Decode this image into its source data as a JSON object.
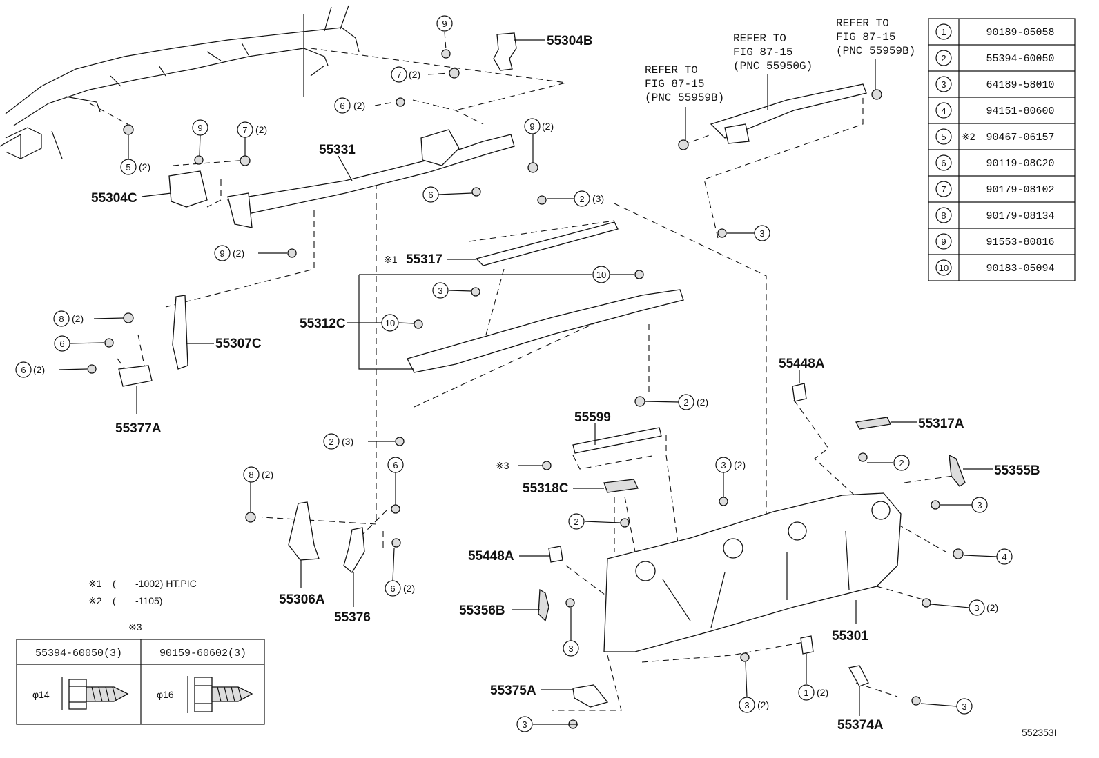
{
  "parts": [
    {
      "id": "55304B",
      "label": "55304B"
    },
    {
      "id": "55304C",
      "label": "55304C"
    },
    {
      "id": "55331",
      "label": "55331"
    },
    {
      "id": "55317",
      "label": "55317",
      "prefix": "※1"
    },
    {
      "id": "55312C",
      "label": "55312C"
    },
    {
      "id": "55307C",
      "label": "55307C"
    },
    {
      "id": "55377A",
      "label": "55377A"
    },
    {
      "id": "55448A-top",
      "label": "55448A"
    },
    {
      "id": "55317A",
      "label": "55317A"
    },
    {
      "id": "55355B",
      "label": "55355B"
    },
    {
      "id": "55599",
      "label": "55599"
    },
    {
      "id": "55318C",
      "label": "55318C"
    },
    {
      "id": "55448A-mid",
      "label": "55448A"
    },
    {
      "id": "55356B",
      "label": "55356B"
    },
    {
      "id": "55301",
      "label": "55301"
    },
    {
      "id": "55306A",
      "label": "55306A"
    },
    {
      "id": "55376",
      "label": "55376"
    },
    {
      "id": "55375A",
      "label": "55375A"
    },
    {
      "id": "55374A",
      "label": "55374A"
    }
  ],
  "refer_notes": [
    {
      "line1": "REFER TO",
      "line2": "FIG 87-15",
      "line3": "(PNC 55959B)"
    },
    {
      "line1": "REFER TO",
      "line2": "FIG 87-15",
      "line3": "(PNC 55950G)"
    },
    {
      "line1": "REFER TO",
      "line2": "FIG 87-15",
      "line3": "(PNC 55959B)"
    }
  ],
  "callouts": [
    {
      "n": "9",
      "qty": ""
    },
    {
      "n": "7",
      "qty": "(2)"
    },
    {
      "n": "6",
      "qty": "(2)"
    },
    {
      "n": "9",
      "qty": "(2)"
    },
    {
      "n": "6",
      "qty": ""
    },
    {
      "n": "2",
      "qty": "(3)"
    },
    {
      "n": "9",
      "qty": ""
    },
    {
      "n": "7",
      "qty": "(2)"
    },
    {
      "n": "5",
      "qty": "(2)"
    },
    {
      "n": "9",
      "qty": "(2)"
    },
    {
      "n": "3",
      "qty": ""
    },
    {
      "n": "10",
      "qty": ""
    },
    {
      "n": "3",
      "qty": ""
    },
    {
      "n": "10",
      "qty": ""
    },
    {
      "n": "8",
      "qty": "(2)"
    },
    {
      "n": "6",
      "qty": ""
    },
    {
      "n": "6",
      "qty": "(2)"
    },
    {
      "n": "2",
      "qty": "(2)"
    },
    {
      "n": "2",
      "qty": "(3)"
    },
    {
      "n": "2",
      "qty": ""
    },
    {
      "n": "8",
      "qty": "(2)"
    },
    {
      "n": "6",
      "qty": ""
    },
    {
      "n": "3",
      "qty": "(2)"
    },
    {
      "n": "2",
      "qty": ""
    },
    {
      "n": "3",
      "qty": ""
    },
    {
      "n": "4",
      "qty": ""
    },
    {
      "n": "6",
      "qty": "(2)"
    },
    {
      "n": "3",
      "qty": ""
    },
    {
      "n": "3",
      "qty": "(2)"
    },
    {
      "n": "1",
      "qty": "(2)"
    },
    {
      "n": "3",
      "qty": ""
    },
    {
      "n": "3",
      "qty": "(2)"
    },
    {
      "n": "3",
      "qty": ""
    }
  ],
  "star3_callout": "※3",
  "legend": [
    {
      "n": "1",
      "part": "90189-05058"
    },
    {
      "n": "2",
      "part": "55394-60050"
    },
    {
      "n": "3",
      "part": "64189-58010"
    },
    {
      "n": "4",
      "part": "94151-80600"
    },
    {
      "n": "5",
      "part": "90467-06157",
      "mark": "※2"
    },
    {
      "n": "6",
      "part": "90119-08C20"
    },
    {
      "n": "7",
      "part": "90179-08102"
    },
    {
      "n": "8",
      "part": "90179-08134"
    },
    {
      "n": "9",
      "part": "91553-80816"
    },
    {
      "n": "10",
      "part": "90183-05094"
    }
  ],
  "footnotes": [
    {
      "mark": "※1",
      "open": "(",
      "range": "-1002) HT.PIC"
    },
    {
      "mark": "※2",
      "open": "(",
      "range": "-1105)"
    }
  ],
  "fastener_table": {
    "title": "※3",
    "cols": [
      {
        "header": "55394-60050(3)",
        "dia": "φ14"
      },
      {
        "header": "90159-60602(3)",
        "dia": "φ16"
      }
    ]
  },
  "figure_id": "552353I"
}
